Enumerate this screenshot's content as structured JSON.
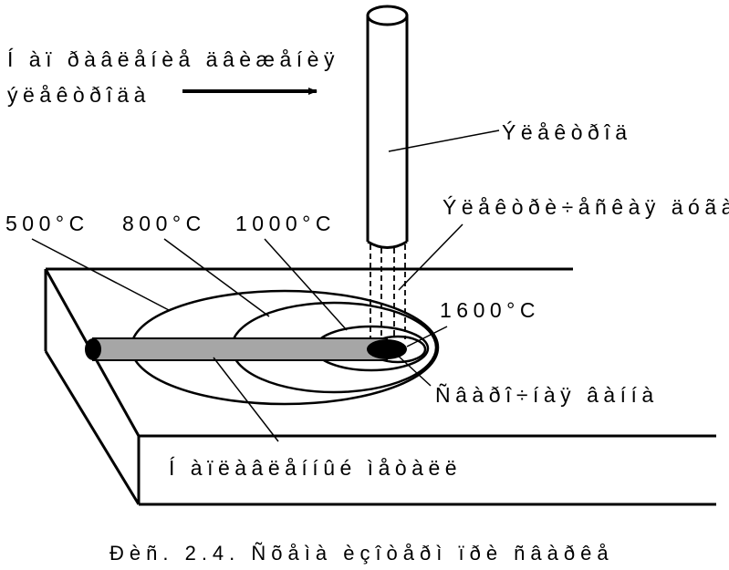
{
  "labels": {
    "direction_line1": "Í àï ðàâëåíèå äâèæåíèÿ",
    "direction_line2": "ýëåêòðîäà",
    "electrode": "Ýëåêòðîä",
    "electric_arc": "Ýëåêòðè÷åñêàÿ äóãà",
    "iso_500": "500°C",
    "iso_800": "800°C",
    "iso_1000": "1000°C",
    "iso_1600": "1600°C",
    "weld_pool": "Ñâàðî÷íàÿ âàííà",
    "deposited_metal": "Í àïëàâëåííûé ìåòàëë",
    "caption": "Ðèñ. 2.4. Ñõåìà èçîòåðì ïðè ñâàðêå"
  },
  "colors": {
    "stroke": "#000000",
    "bead_fill": "#a6a6a6",
    "pool_fill": "#000000",
    "background": "#ffffff"
  }
}
